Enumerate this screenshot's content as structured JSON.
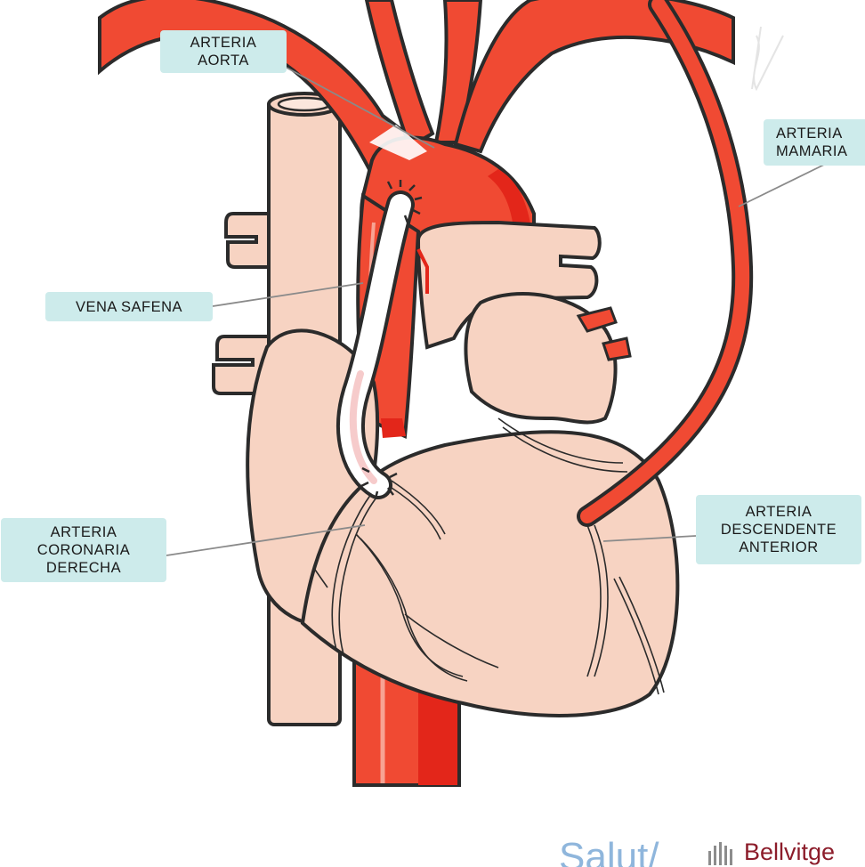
{
  "labels": {
    "aorta": [
      "ARTERIA",
      "AORTA"
    ],
    "mamaria": [
      "ARTERIA",
      "MAMARIA"
    ],
    "safena": [
      "VENA SAFENA"
    ],
    "coronaria": [
      "ARTERIA",
      "CORONARIA",
      "DERECHA"
    ],
    "descendente": [
      "ARTERIA",
      "DESCENDENTE",
      "ANTERIOR"
    ]
  },
  "footer": {
    "salut": "Salut/",
    "hospital": "Bellvitge"
  },
  "colors": {
    "artery": "#f04a33",
    "artery_dark": "#e3261a",
    "heart": "#f7d3c2",
    "vein": "#ffffff",
    "outline": "#2b2b2b",
    "label_bg": "#cdebeb",
    "brand_blue": "#8fb6dc",
    "brand_red": "#8c1c2a"
  }
}
